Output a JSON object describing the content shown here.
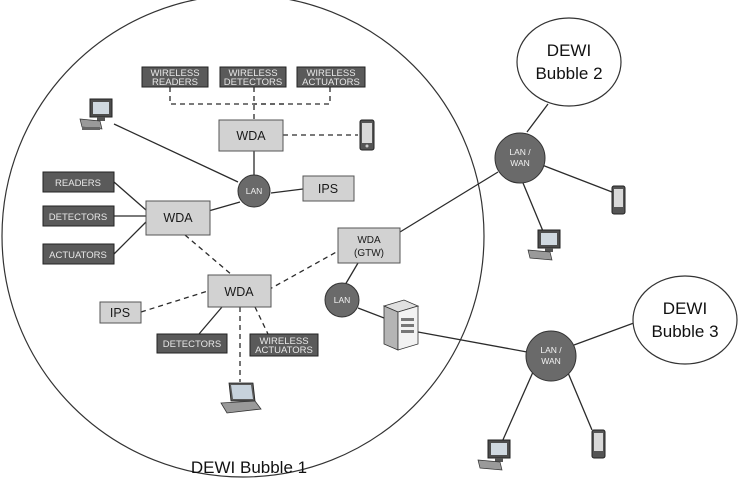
{
  "bubbles": {
    "main_label": "DEWI Bubble 1",
    "bubble2": [
      "DEWI",
      "Bubble 2"
    ],
    "bubble3": [
      "DEWI",
      "Bubble 3"
    ]
  },
  "wireless_boxes": {
    "readers": [
      "WIRELESS",
      "READERS"
    ],
    "detectors": [
      "WIRELESS",
      "DETECTORS"
    ],
    "actuators": [
      "WIRELESS",
      "ACTUATORS"
    ]
  },
  "wired_boxes": {
    "readers": "READERS",
    "detectors": "DETECTORS",
    "actuators": "ACTUATORS"
  },
  "wda_top": "WDA",
  "wda_left": "WDA",
  "wda_bottom": "WDA",
  "wda_gateway": [
    "WDA",
    "(GTW)"
  ],
  "lan_center": "LAN",
  "lan_gateway": "LAN",
  "ips_top": "IPS",
  "ips_left": "IPS",
  "bottom_detectors": "DETECTORS",
  "bottom_wireless_actuators": [
    "WIRELESS",
    "ACTUATORS"
  ],
  "lan_wan_2": [
    "LAN /",
    "WAN"
  ],
  "lan_wan_3": [
    "LAN /",
    "WAN"
  ],
  "icons": [
    "desktop-computer-icon",
    "smartphone-icon",
    "laptop-icon",
    "server-icon"
  ],
  "colors": {
    "dark_box": "#5a5a5a",
    "light_box": "#d2d2d2",
    "hub": "#6a6a6a"
  }
}
